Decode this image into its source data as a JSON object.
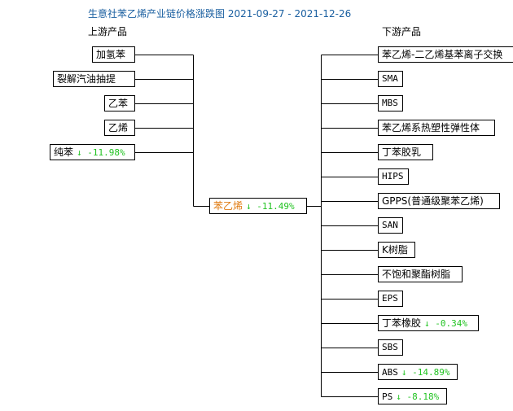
{
  "title": "生意社苯乙烯产业链价格涨跌图 2021-09-27 - 2021-12-26",
  "upstream_header": "上游产品",
  "downstream_header": "下游产品",
  "center": {
    "name": "苯乙烯",
    "arrow": "↓",
    "change": "-11.49%",
    "color": "#e07a10"
  },
  "upstream": [
    {
      "name": "加氢苯"
    },
    {
      "name": "裂解汽油抽提"
    },
    {
      "name": "乙苯"
    },
    {
      "name": "乙烯"
    },
    {
      "name": "纯苯",
      "arrow": "↓",
      "change": "-11.98%"
    }
  ],
  "downstream": [
    {
      "name": "苯乙烯-二乙烯基苯离子交换"
    },
    {
      "name": "SMA"
    },
    {
      "name": "MBS"
    },
    {
      "name": "苯乙烯系热塑性弹性体"
    },
    {
      "name": "丁苯胶乳"
    },
    {
      "name": "HIPS"
    },
    {
      "name": "GPPS(普通级聚苯乙烯)"
    },
    {
      "name": "SAN"
    },
    {
      "name": "K树脂"
    },
    {
      "name": "不饱和聚酯树脂"
    },
    {
      "name": "EPS"
    },
    {
      "name": "丁苯橡胶",
      "arrow": "↓",
      "change": "-0.34%"
    },
    {
      "name": "SBS"
    },
    {
      "name": "ABS",
      "arrow": "↓",
      "change": "-14.89%"
    },
    {
      "name": "PS",
      "arrow": "↓",
      "change": "-8.18%"
    }
  ],
  "colors": {
    "title": "#1a5fa0",
    "down": "#22c322",
    "center": "#e07a10",
    "line": "#000000"
  }
}
